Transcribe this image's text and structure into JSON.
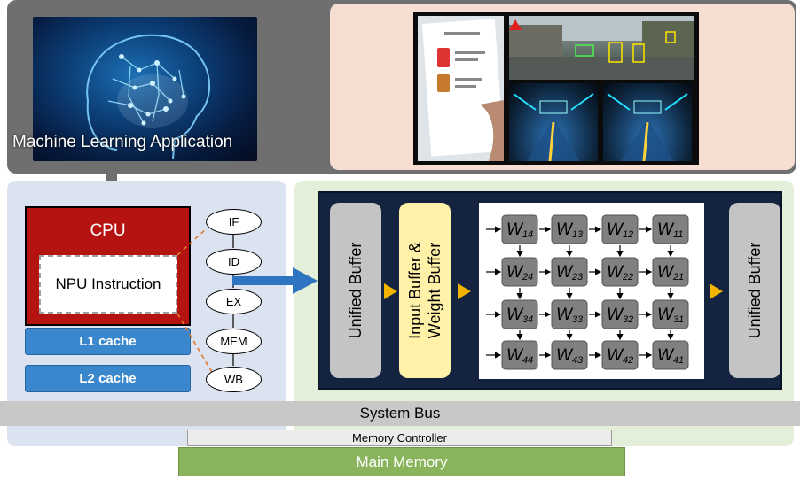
{
  "application": {
    "caption": "Machine Learning Application"
  },
  "cpu": {
    "title": "CPU",
    "npu_instruction": "NPU Instruction",
    "l1_cache": "L1 cache",
    "l2_cache": "L2 cache"
  },
  "pipeline": {
    "stages": [
      "IF",
      "ID",
      "EX",
      "MEM",
      "WB"
    ]
  },
  "npu": {
    "unified_buffer_left": "Unified Buffer",
    "input_weight_buffer_line1": "Input Buffer &",
    "input_weight_buffer_line2": "Weight Buffer",
    "unified_buffer_right": "Unified Buffer",
    "weights": [
      [
        "W14",
        "W13",
        "W12",
        "W11"
      ],
      [
        "W24",
        "W23",
        "W22",
        "W21"
      ],
      [
        "W34",
        "W33",
        "W32",
        "W31"
      ],
      [
        "W44",
        "W43",
        "W42",
        "W41"
      ]
    ]
  },
  "bus": {
    "system_bus": "System Bus",
    "memory_controller": "Memory Controller",
    "main_memory": "Main Memory"
  },
  "colors": {
    "cpu": "#b51212",
    "cache": "#3b87cd",
    "input_buffer": "#fff1a8",
    "unified_buffer": "#c4c4c4",
    "main_memory": "#8ab45c",
    "arrow_triangle": "#f2b400",
    "npu_arrow": "#2e74c0"
  }
}
